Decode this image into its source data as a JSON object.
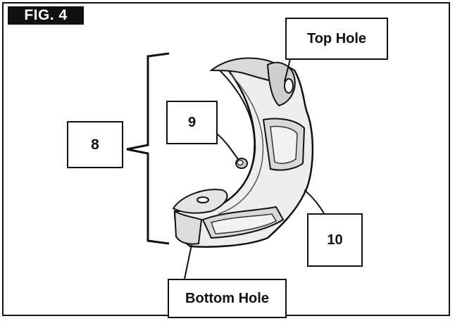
{
  "figure": {
    "label": "FIG. 4",
    "callouts": {
      "top_hole": "Top Hole",
      "part_9": "9",
      "part_8": "8",
      "part_10": "10",
      "bottom_hole": "Bottom Hole"
    }
  },
  "colors": {
    "ink": "#111111",
    "paper": "#ffffff",
    "part_shade": "#d9d9d9",
    "part_light": "#eeeeee"
  }
}
